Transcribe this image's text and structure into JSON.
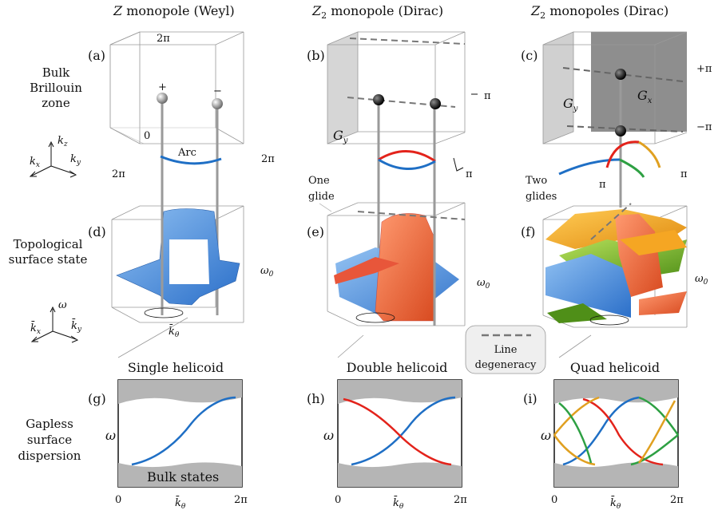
{
  "columns": [
    {
      "prefix": "Z",
      "rest": " monopole (Weyl)"
    },
    {
      "prefix": "Z",
      "sub": "2",
      "rest": " monopole (Dirac)"
    },
    {
      "prefix": "Z",
      "sub": "2",
      "rest": " monopoles (Dirac)"
    }
  ],
  "rows": {
    "bulk": [
      "Bulk",
      "Brillouin",
      "zone"
    ],
    "surface": [
      "Topological",
      "surface state"
    ],
    "dispersion": [
      "Gapless",
      "surface",
      "dispersion"
    ]
  },
  "panels": [
    "(a)",
    "(b)",
    "(c)",
    "(d)",
    "(e)",
    "(f)",
    "(g)",
    "(h)",
    "(i)"
  ],
  "panel_a": {
    "two_pi_top": "2π",
    "zero": "0",
    "two_pi_left": "2π",
    "two_pi_right": "2π",
    "arc": "Arc",
    "plus": "+",
    "minus": "−"
  },
  "panel_b": {
    "pi_right": "π",
    "pi_bottom": "π",
    "glide_plane": "G",
    "glide_sub": "y",
    "note": [
      "One",
      "glide"
    ]
  },
  "panel_c": {
    "plus_pi": "+π",
    "minus_pi": "−π",
    "gy": "G",
    "gy_sub": "y",
    "gx": "G",
    "gx_sub": "x",
    "pi_a": "π",
    "pi_b": "π",
    "note": [
      "Two",
      "glides"
    ]
  },
  "axes_bulk": {
    "kz": "k",
    "kz_sub": "z",
    "kx": "k",
    "kx_sub": "x",
    "ky": "k",
    "ky_sub": "y"
  },
  "axes_surface": {
    "w": "ω",
    "kx": "k̄",
    "kx_sub": "x",
    "ky": "k̄",
    "ky_sub": "y"
  },
  "omega0": {
    "sym": "ω",
    "sub": "0"
  },
  "ktheta": {
    "sym": "k̄",
    "sub": "θ"
  },
  "legend": {
    "line1": "Line",
    "line2": "degeneracy"
  },
  "helicoids": [
    "Single helicoid",
    "Double helicoid",
    "Quad helicoid"
  ],
  "dispersion": {
    "omega": "ω",
    "zero": "0",
    "two_pi": "2π",
    "bulk_states": "Bulk states"
  },
  "colors": {
    "blue": "#1f6fc5",
    "red": "#e3231b",
    "green": "#2ea043",
    "orange": "#e0a020",
    "gray": "#b5b5b5",
    "sheet_blue": "#5b9bdf",
    "sheet_orange": "#f07040",
    "sheet_yellow": "#f5a623",
    "sheet_green": "#7cb828"
  }
}
